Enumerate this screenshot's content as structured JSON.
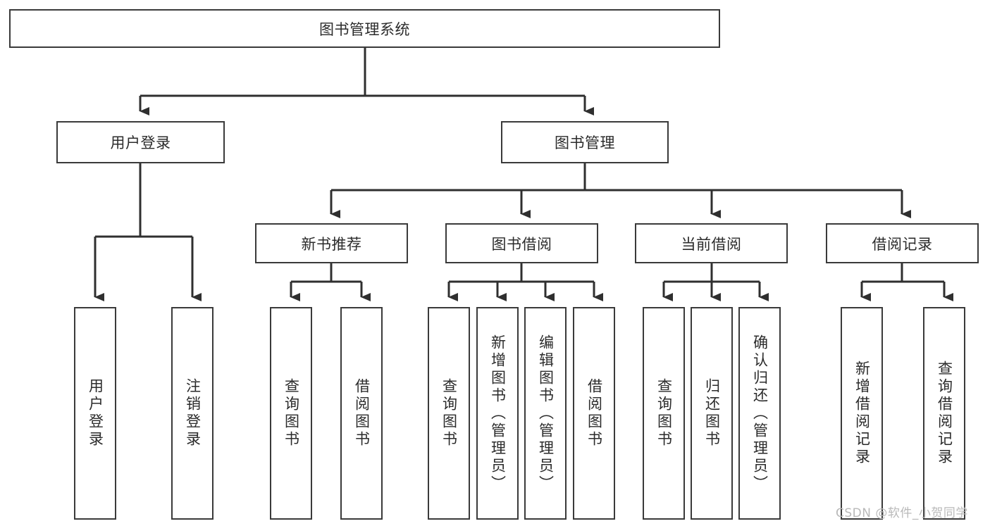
{
  "diagram": {
    "title": "图书管理系统",
    "type": "tree-hierarchy-chart",
    "orientation": "top-down",
    "colors": {
      "box_border": "#3a3a3a",
      "box_fill": "#ffffff",
      "connector": "#2f2f2f",
      "text": "#2b2b2b",
      "watermark": "#b9b9b9",
      "background": "#ffffff"
    }
  },
  "root": {
    "label": "图书管理系统"
  },
  "level2": [
    {
      "label": "用户登录"
    },
    {
      "label": "图书管理"
    }
  ],
  "level3": [
    {
      "label": "新书推荐"
    },
    {
      "label": "图书借阅"
    },
    {
      "label": "当前借阅"
    },
    {
      "label": "借阅记录"
    }
  ],
  "leaves": {
    "user_login": [
      {
        "label": "用户登录"
      },
      {
        "label": "注销登录"
      }
    ],
    "new_book_recommend": [
      {
        "label": "查询图书"
      },
      {
        "label": "借阅图书"
      }
    ],
    "book_borrow": [
      {
        "label": "查询图书"
      },
      {
        "label": "新增图书（管理员）"
      },
      {
        "label": "编辑图书（管理员）"
      },
      {
        "label": "借阅图书"
      }
    ],
    "current_borrow": [
      {
        "label": "查询图书"
      },
      {
        "label": "归还图书"
      },
      {
        "label": "确认归还（管理员）"
      }
    ],
    "borrow_record": [
      {
        "label": "新增借阅记录"
      },
      {
        "label": "查询借阅记录"
      }
    ]
  },
  "watermark": {
    "text": "CSDN @软件_小贺同学"
  }
}
